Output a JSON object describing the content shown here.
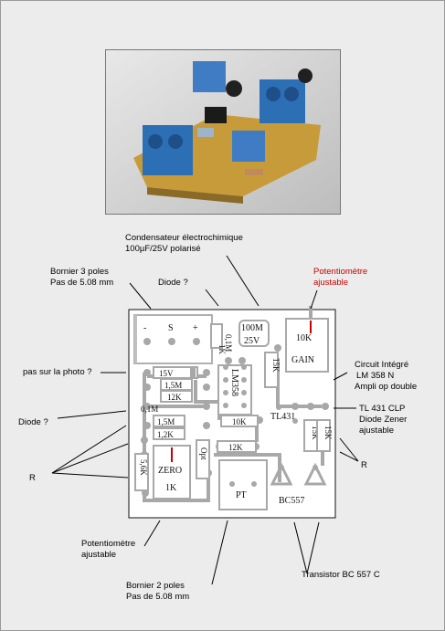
{
  "photo": {
    "alt_icon": "pcb-photo-icon"
  },
  "annotations": {
    "condensateur_l1": "Condensateur électrochimique",
    "condensateur_l2": "100µF/25V polarisé",
    "bornier3_l1": "Bornier 3 poles",
    "bornier3_l2": "Pas de 5.08 mm",
    "diode_top": "Diode ?",
    "potentiometre_top_l1": "Potentiomètre",
    "potentiometre_top_l2": "ajustable",
    "pas_sur_photo": "pas sur la photo ?",
    "circuit_l1": "Circuit Intégré",
    "circuit_l2": "LM 358 N",
    "circuit_l3": "Ampli op double",
    "diode_left": "Diode ?",
    "tl431_l1": "TL 431 CLP",
    "tl431_l2": "Diode Zener",
    "tl431_l3": "ajustable",
    "r_left": "R",
    "r_right": "R",
    "potentiometre_bottom_l1": "Potentiomètre",
    "potentiometre_bottom_l2": "ajustable",
    "bornier2_l1": "Bornier 2 poles",
    "bornier2_l2": "Pas de 5.08 mm",
    "transistor": "Transistor BC 557 C"
  },
  "pcb": {
    "minus": "-",
    "s": "S",
    "plus": "+",
    "r1k": "1K",
    "r01m_v": "0,1M",
    "cap_100m": "100M",
    "cap_25v": "25V",
    "pot_10k": "10K",
    "gain": "GAIN",
    "d15v": "15V",
    "r15m_a": "1,5M",
    "r12k_a": "12K",
    "lm358": "LM358",
    "r15k_v": "15K",
    "r01m_h": "0,1M",
    "r15m_b": "1,5M",
    "r12_k": "1,2K",
    "r10k": "10K",
    "tl431": "TL431",
    "r15k_a": "15K",
    "r15k_b": "15K",
    "r56k": "5,6K",
    "zero": "ZERO",
    "pot_1k": "1K",
    "opt": "Opt",
    "r12k_b": "12K",
    "pt": "PT",
    "bc557": "BC557"
  },
  "colors": {
    "board": "#ffffff",
    "pad": "#a8a8a8",
    "trace": "#a8a8a8",
    "accent_red": "#cc0000"
  }
}
